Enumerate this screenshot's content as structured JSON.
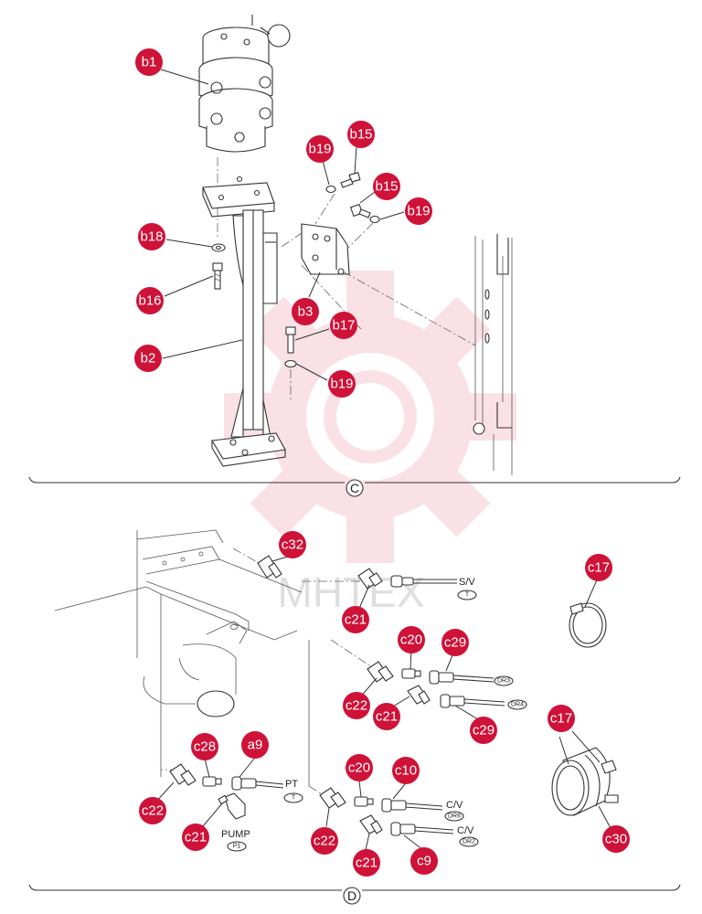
{
  "sections": {
    "upper": "C",
    "lower": "D"
  },
  "watermark": {
    "text": "MHTEX"
  },
  "port_labels": {
    "sv": "S/V",
    "pt": "PT",
    "pump": "PUMP",
    "cv_upper": "C/V",
    "cv_lower": "C/V"
  },
  "port_tags": {
    "sv": "T",
    "dr3": "DR3",
    "dr4": "DR4",
    "pt": "T",
    "pump": "P1",
    "dr6": "DR6",
    "dr2": "DR2"
  },
  "callouts": {
    "b1": "b1",
    "b2": "b2",
    "b3": "b3",
    "b15_top": "b15",
    "b15_mid": "b15",
    "b16": "b16",
    "b17": "b17",
    "b18": "b18",
    "b19_top": "b19",
    "b19_right": "b19",
    "b19_low": "b19",
    "c32": "c32",
    "c21_sv": "c21",
    "c17_ring": "c17",
    "c20_upper": "c20",
    "c29_upper": "c29",
    "c22_mid": "c22",
    "c21_mid": "c21",
    "c29_lower": "c29",
    "c17_clamp": "c17",
    "c28": "c28",
    "a9": "a9",
    "c20_lower": "c20",
    "c10": "c10",
    "c22_left": "c22",
    "c21_pump": "c21",
    "c22_right": "c22",
    "c21_low": "c21",
    "c9": "c9",
    "c30": "c30"
  },
  "colors": {
    "callout": "#cf1238",
    "watermark": "#e01e3c",
    "line": "#333333"
  }
}
